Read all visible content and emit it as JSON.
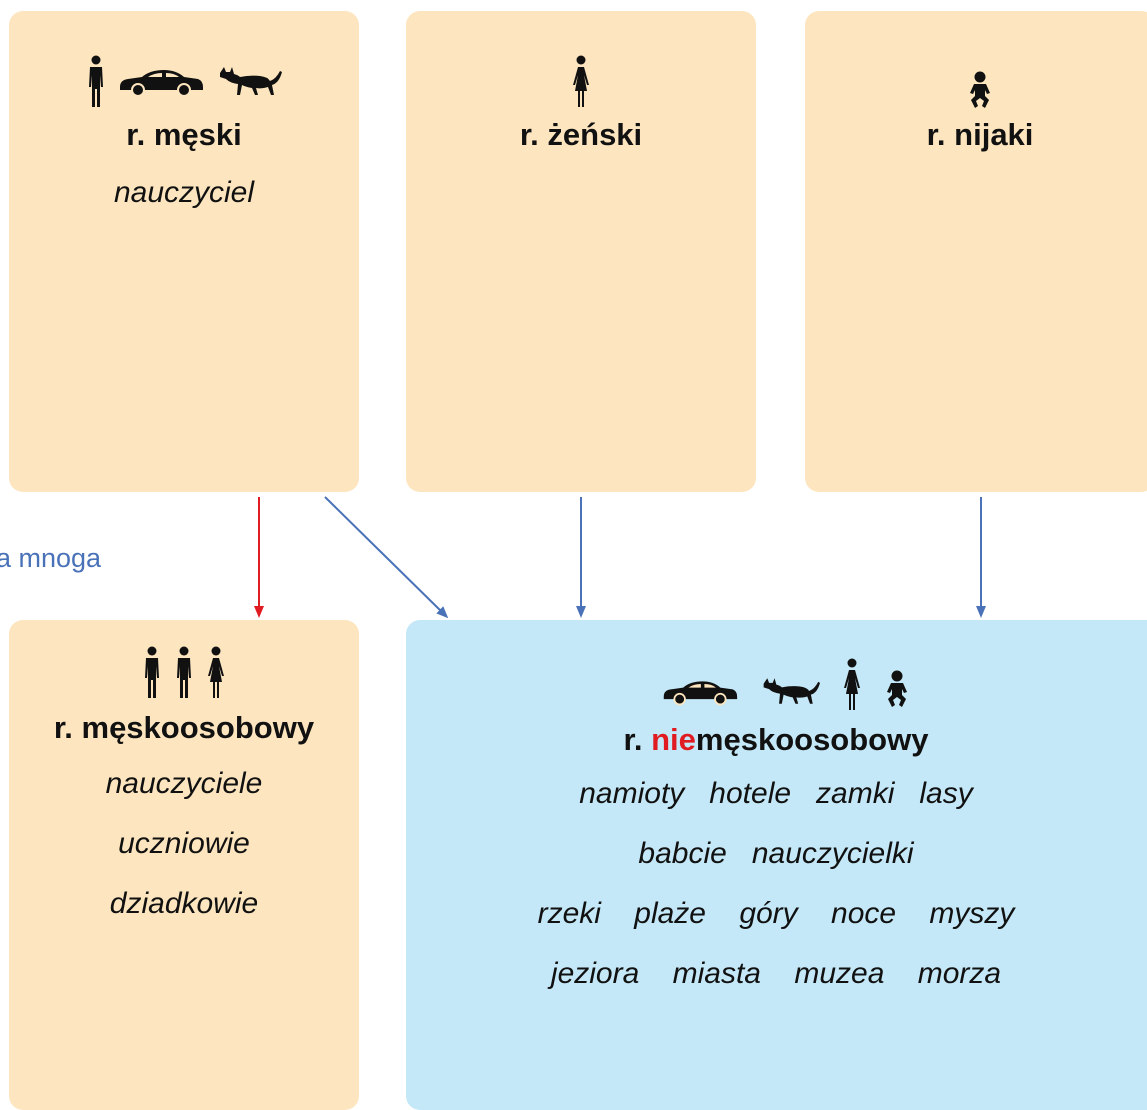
{
  "colors": {
    "box_fill": "#fde6bf",
    "target_box_fill": "#c4e8f7",
    "arrow_blue": "#4a72b8",
    "arrow_red": "#e11b22",
    "highlight_red": "#e11b22"
  },
  "top_boxes": {
    "masculine": {
      "icons": [
        "man-icon",
        "car-icon",
        "cat-icon"
      ],
      "title": "r. męski",
      "example": "nauczyciel"
    },
    "feminine": {
      "icons": [
        "woman-icon"
      ],
      "title": "r. żeński"
    },
    "neuter": {
      "icons": [
        "baby-icon"
      ],
      "title": "r. nijaki"
    }
  },
  "side_label": "a mnoga",
  "bottom_boxes": {
    "masculine_personal": {
      "icons": [
        "man-icon",
        "man-icon",
        "woman-icon"
      ],
      "title": "r. męskoosobowy",
      "examples": [
        "nauczyciele",
        "uczniowie",
        "dziadkowie"
      ]
    },
    "non_masculine_personal": {
      "icons": [
        "car-icon",
        "cat-icon",
        "woman-icon",
        "baby-icon"
      ],
      "title_prefix": "r. ",
      "title_highlight": "nie",
      "title_rest": "męskoosobowy",
      "example_rows": [
        "namioty   hotele   zamki   lasy",
        "babcie   nauczycielki",
        "rzeki    plaże    góry    noce    myszy",
        "jeziora    miasta    muzea    morza"
      ]
    }
  }
}
